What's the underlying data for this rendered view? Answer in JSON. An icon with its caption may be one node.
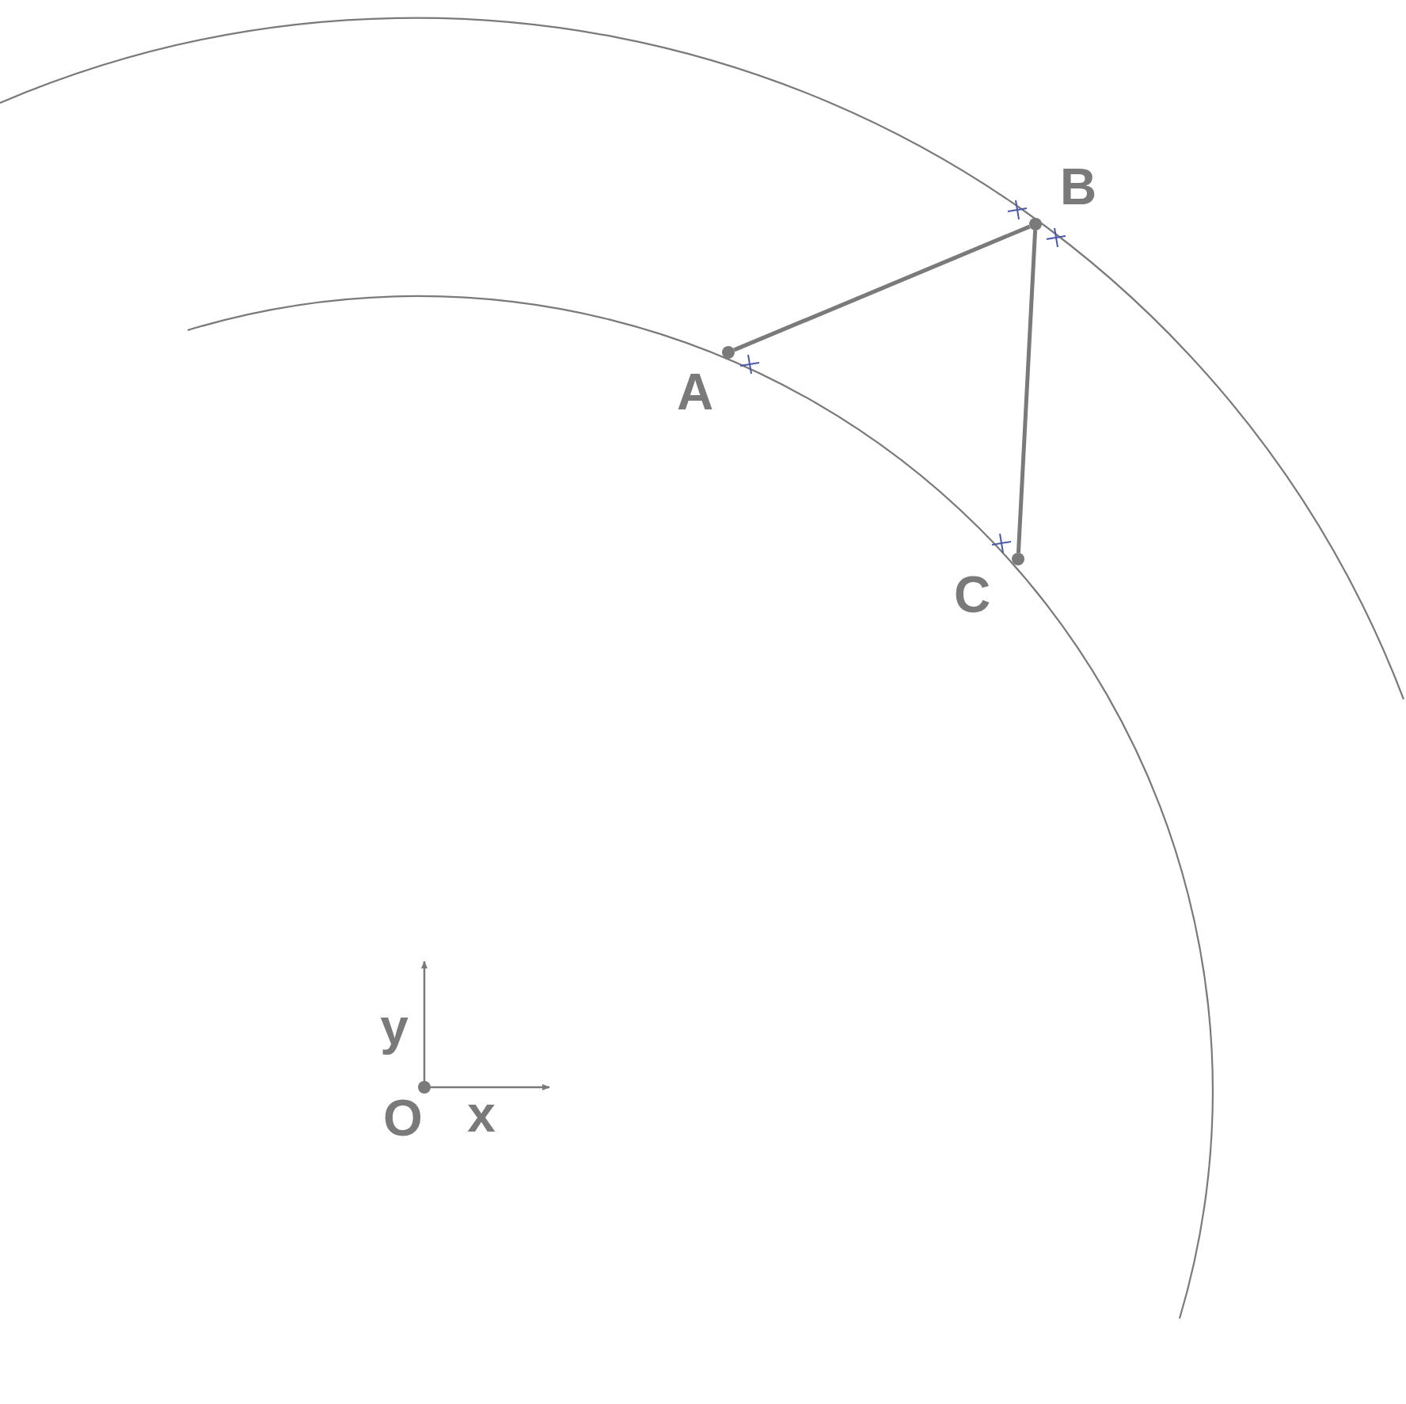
{
  "diagram": {
    "nodes": [
      {
        "text": [
          "A"
        ]
      },
      {
        "text": [
          "B"
        ]
      },
      {
        "text": [
          "C"
        ]
      }
    ],
    "edges": [
      {
        "from": 0,
        "to": 1,
        "arrow": "none"
      },
      {
        "from": 1,
        "to": 2,
        "arrow": "none"
      }
    ],
    "labels": [
      "y",
      "O",
      "x"
    ]
  }
}
